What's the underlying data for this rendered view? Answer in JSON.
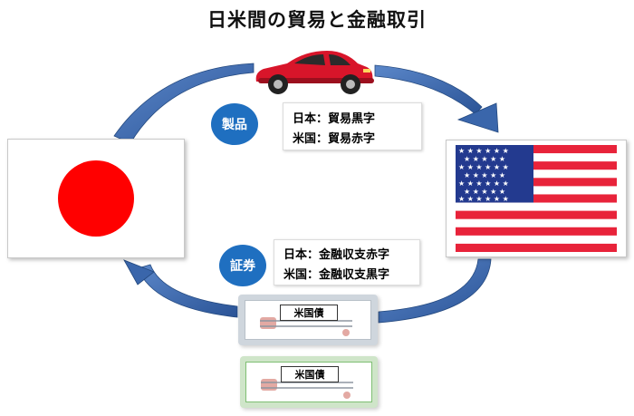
{
  "title": "日米間の貿易と金融取引",
  "products": {
    "badge": "製品",
    "line1": "日本：貿易黒字",
    "line2": "米国：貿易赤字"
  },
  "securities": {
    "badge": "証券",
    "line1": "日本：金融収支赤字",
    "line2": "米国：金融収支黒字"
  },
  "bond_label_1": "米国債",
  "bond_label_2": "米国債",
  "colors": {
    "badge_blue": "#1f6fc0",
    "arrow_blue": "#2e5ea3",
    "japan_red": "#ff0000",
    "car_red": "#d8152a",
    "us_red": "#e8233a",
    "us_blue": "#233a8f"
  },
  "icons": [
    "japan-flag",
    "us-flag",
    "car-icon",
    "bond-certificate-icon",
    "cycle-arrow"
  ]
}
